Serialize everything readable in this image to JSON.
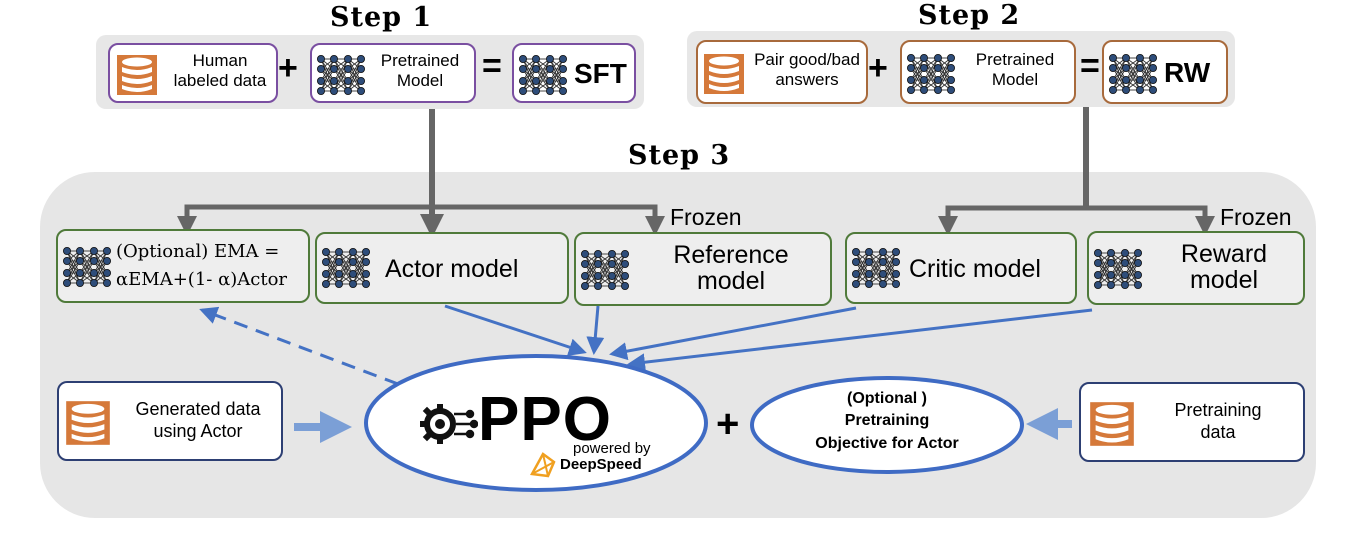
{
  "step1": {
    "title": "Step 1",
    "human_data_label": "Human\nlabeled data",
    "pretrained_label": "Pretrained\nModel",
    "result_label": "SFT",
    "plus": "+",
    "equals": "="
  },
  "step2": {
    "title": "Step 2",
    "pair_label": "Pair good/bad\nanswers",
    "pretrained_label": "Pretrained\nModel",
    "result_label": "RW",
    "plus": "+",
    "equals": "="
  },
  "step3": {
    "title": "Step 3",
    "frozen_left": "Frozen",
    "frozen_right": "Frozen",
    "ema_line1": "(Optional) EMA =",
    "ema_line2": "αEMA+(1- α)Actor",
    "actor_label": "Actor model",
    "reference_label": "Reference\nmodel",
    "critic_label": "Critic model",
    "reward_label": "Reward\nmodel",
    "generated_label": "Generated data\nusing Actor",
    "ppo_label": "PPO",
    "powered_by": "powered by",
    "deepspeed": "DeepSpeed",
    "plus": "+",
    "optional_label": "(Optional )\nPretraining\nObjective for Actor",
    "pretraining_label": "Pretraining\ndata"
  },
  "colors": {
    "db_icon": "#d5793a",
    "step1_border": "#7a4fa1",
    "step2_border": "#a86a3c",
    "step3_border": "#4f7a3a",
    "arrow_gray": "#666666",
    "arrow_blue": "#4472c4",
    "ellipse_border": "#3f6bc4"
  },
  "icons": [
    "database-icon",
    "neural-network-icon",
    "gear-circuit-icon",
    "deepspeed-logo-icon"
  ]
}
